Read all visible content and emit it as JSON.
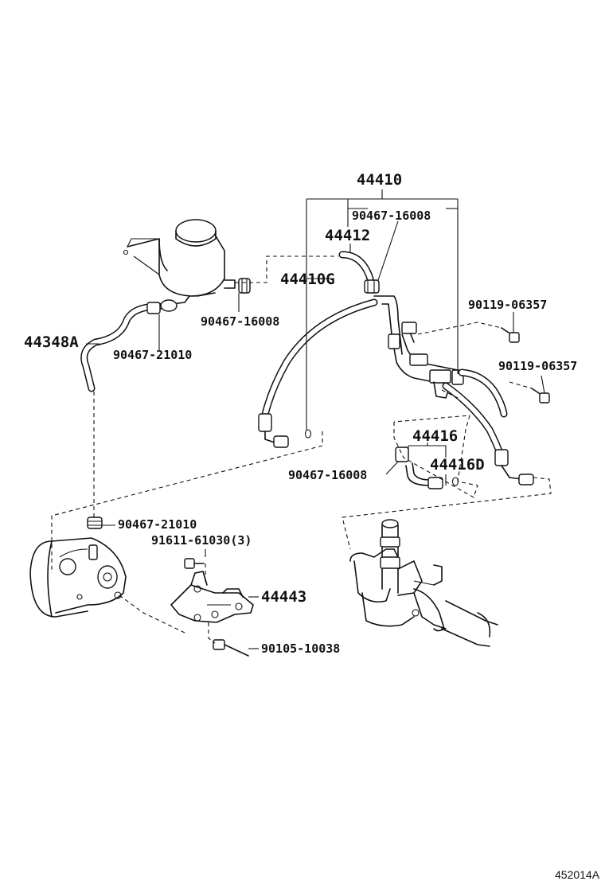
{
  "parts": {
    "p44410": "44410",
    "p90467_16008_top": "90467-16008",
    "p44412": "44412",
    "p44410G": "44410G",
    "p90467_16008_tank": "90467-16008",
    "p44348A": "44348A",
    "p90467_21010_tank": "90467-21010",
    "p90119_06357_a": "90119-06357",
    "p90119_06357_b": "90119-06357",
    "p44416": "44416",
    "p44416D": "44416D",
    "p90467_16008_low": "90467-16008",
    "p90467_21010_pump": "90467-21010",
    "p91611_61030": "91611-61030(3)",
    "p44443": "44443",
    "p90105_10038": "90105-10038"
  },
  "diagram_ref": "452014A",
  "colors": {
    "ink": "#111111",
    "paper": "#ffffff"
  }
}
